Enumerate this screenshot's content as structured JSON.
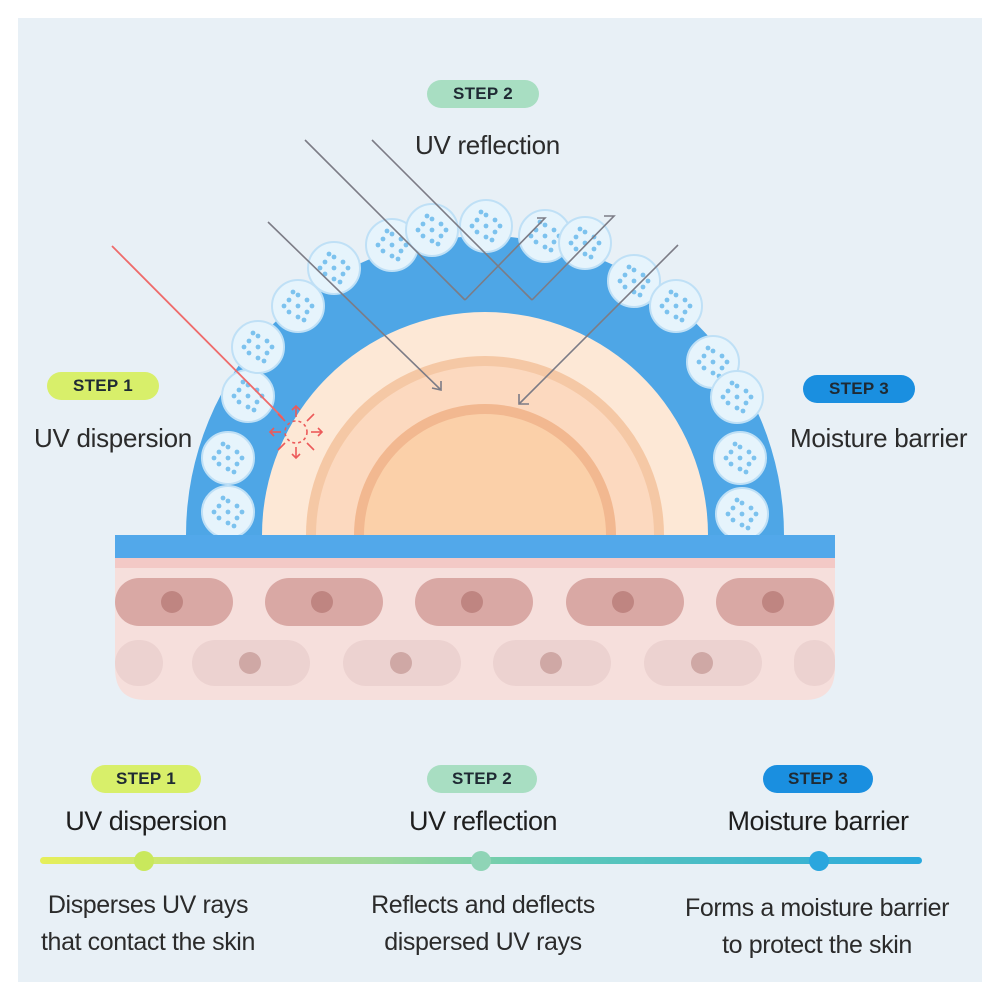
{
  "colors": {
    "step1": "#d8ef6a",
    "step2": "#a8dec2",
    "step3": "#1a8fe0",
    "skin_cells": "#d7a6a2",
    "barrier": "#4ea6e6"
  },
  "diagram": {
    "step2": {
      "badge": "STEP 2",
      "caption": "UV reflection"
    },
    "step1": {
      "badge": "STEP 1",
      "caption": "UV dispersion"
    },
    "step3": {
      "badge": "STEP 3",
      "caption": "Moisture barrier"
    }
  },
  "timeline": {
    "steps": [
      {
        "badge": "STEP 1",
        "title": "UV dispersion",
        "desc_line1": "Disperses UV rays",
        "desc_line2": "that contact the skin"
      },
      {
        "badge": "STEP 2",
        "title": "UV reflection",
        "desc_line1": "Reflects and deflects",
        "desc_line2": "dispersed UV rays"
      },
      {
        "badge": "STEP 3",
        "title": "Moisture barrier",
        "desc_line1": "Forms a moisture barrier",
        "desc_line2": "to protect the skin"
      }
    ]
  }
}
